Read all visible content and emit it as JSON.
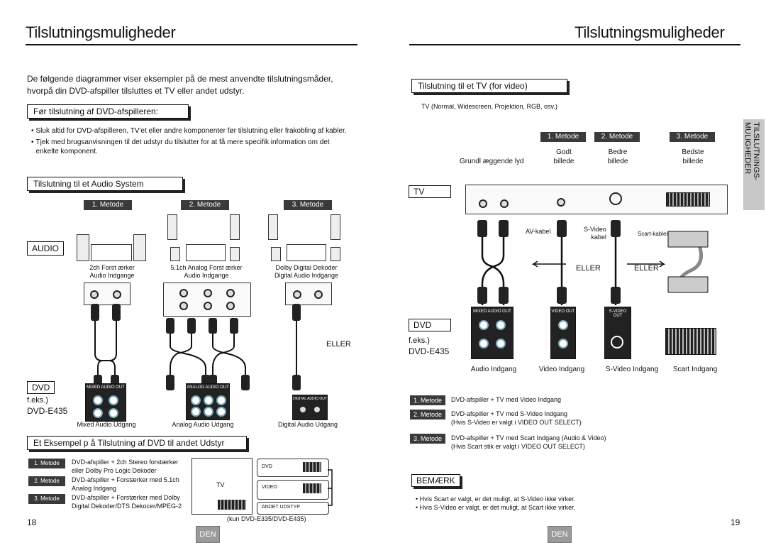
{
  "left": {
    "title": "Tilslutningsmuligheder",
    "intro": "De følgende diagrammer viser eksempler på de mest anvendte tilslutningsmåder, hvorpå din DVD-afspiller tilsluttes et TV eller andet udstyr.",
    "section_before": "Før tilslutning af DVD-afspilleren:",
    "bullets": [
      "Sluk altid for DVD-afspilleren, TV'et eller andre komponenter før tilslutning eller frakobling af kabler.",
      "Tjek med brugsanvisningen til det udstyr du tilslutter for at få mere specifik information om det enkelte komponent."
    ],
    "section_audio": "Tilslutning til et Audio System",
    "methods": [
      "1. Metode",
      "2. Metode",
      "3. Metode"
    ],
    "audio_label": "AUDIO",
    "dvd_label": "DVD",
    "example_label": "f.eks.)",
    "example_model": "DVD-E435",
    "eller": "ELLER",
    "method_desc": [
      {
        "l1": "2ch Forst ærker",
        "l2": "Audio Indgange"
      },
      {
        "l1": "5.1ch Analog Forst  ærker",
        "l2": "Audio Indgange"
      },
      {
        "l1": "Dolby Digital Dekoder",
        "l2": "Digital Audio Indgange"
      }
    ],
    "panel_labels": [
      "MIXED AUDIO OUT",
      "ANALOG AUDIO OUT",
      "DIGITAL AUDIO OUT"
    ],
    "outputs": [
      "Mixed Audio Udgang",
      "Analog Audio Udgang",
      "Digital Audio Udgang"
    ],
    "section_example": "Et Eksempel p å Tilslutning af DVD til andet Udstyr",
    "example_items": [
      {
        "btn": "1. Metode",
        "l1": "DVD-afspiller + 2ch Stereo forstærker",
        "l2": "eller Dolby Pro Logic Dekoder"
      },
      {
        "btn": "2. Metode",
        "l1": "DVD-afspiller + Forstærker med 5.1ch",
        "l2": "Analog Indgang"
      },
      {
        "btn": "3. Metode",
        "l1": "DVD-afspiller + Forstærker med Dolby",
        "l2": "Digital Dekoder/DTS Dekocer/MPEG-2"
      }
    ],
    "tv": "TV",
    "dvd_small": "DVD",
    "video": "VIDEO",
    "andet_udstyr": "ANDET UDSTYP",
    "caption": "(kun DVD-E335/DVD-E435)",
    "page_number": "18",
    "lang": "DEN"
  },
  "right": {
    "title": "Tilslutningsmuligheder",
    "section_tv": "Tilslutning til et TV (for video)",
    "tv_types": "TV (Normal, Widescreen, Projektion, RGB, osv.)",
    "methods": [
      "1. Metode",
      "2. Metode",
      "3. Metode"
    ],
    "quality": [
      {
        "l1": "Godt",
        "l2": "billede"
      },
      {
        "l1": "Bedre",
        "l2": "billede"
      },
      {
        "l1": "Bedste",
        "l2": "billede"
      }
    ],
    "grundl": "Grundl æggende lyd",
    "tv_label": "TV",
    "av_kabel": "AV-kabel",
    "svideo_kabel_1": "S-Video",
    "svideo_kabel_2": "kabel",
    "scart_kabel": "Scart-kabler",
    "eller": [
      "ELLER",
      "ELLER"
    ],
    "dvd_label": "DVD",
    "example_label": "f.eks.)",
    "example_model": "DVD-E435",
    "panel_labels": [
      "MIXED AUDIO OUT",
      "VIDEO OUT",
      "S-VIDEO OUT"
    ],
    "inputs": [
      "Audio Indgang",
      "Video Indgang",
      "S-Video Indgang",
      "Scart Indgang"
    ],
    "method_notes": [
      {
        "btn": "1. Metode",
        "l1": "DVD-afspiller + TV med Video Indgang",
        "l2": ""
      },
      {
        "btn": "2. Metode",
        "l1": "DVD-afspiller + TV med S-Video Indgang",
        "l2": "(Hvis S-Video er valgt i VIDEO OUT SELECT)"
      },
      {
        "btn": "3. Metode",
        "l1": "DVD-afspiller + TV med Scart Indgang (Audio & Video)",
        "l2": "(Hvis Scart stik er valgt i VIDEO OUT SELECT)"
      }
    ],
    "note_title": "BEMÆRK",
    "notes": [
      "Hvis Scart er valgt, er det muligt, at S-Video ikke virker.",
      "Hvis S-Video er valgt, er det muligt, at Scart ikke virker."
    ],
    "side_tab": [
      "TILSLUTNINGS-",
      "MULIGHEDER"
    ],
    "page_number": "19",
    "lang": "DEN"
  }
}
